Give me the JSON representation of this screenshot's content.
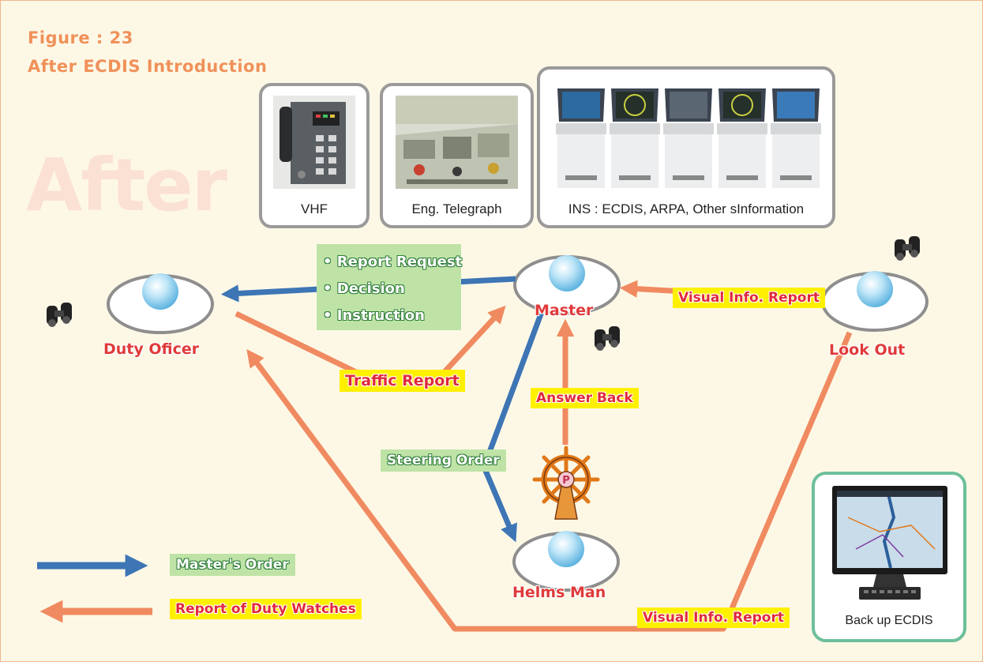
{
  "figure": {
    "number": "Figure : 23",
    "title": "After ECDIS Introduction",
    "watermark": "After"
  },
  "equipment": {
    "vhf": "VHF",
    "eng_telegraph": "Eng. Telegraph",
    "ins": "INS : ECDIS, ARPA, Other sInformation",
    "backup_ecdis": "Back up ECDIS"
  },
  "roles": {
    "duty_officer": "Duty Oficer",
    "master": "Master",
    "look_out": "Look Out",
    "helms_man": "Helms Man"
  },
  "master_messages": [
    "• Report Request",
    "• Decision",
    "• Instruction"
  ],
  "flows": {
    "visual_info_report_top": "Visual Info. Report",
    "traffic_report": "Traffic Report",
    "answer_back": "Answer Back",
    "steering_order": "Steering Order",
    "visual_info_report_bottom": "Visual Info. Report"
  },
  "legend": {
    "masters_order": "Master's Order",
    "report_of_duty_watches": "Report of Duty Watches"
  },
  "colors": {
    "order_arrow": "#3d75b5",
    "report_arrow": "#f08a60",
    "title": "#f0915a",
    "role_text": "#e03a3a"
  }
}
